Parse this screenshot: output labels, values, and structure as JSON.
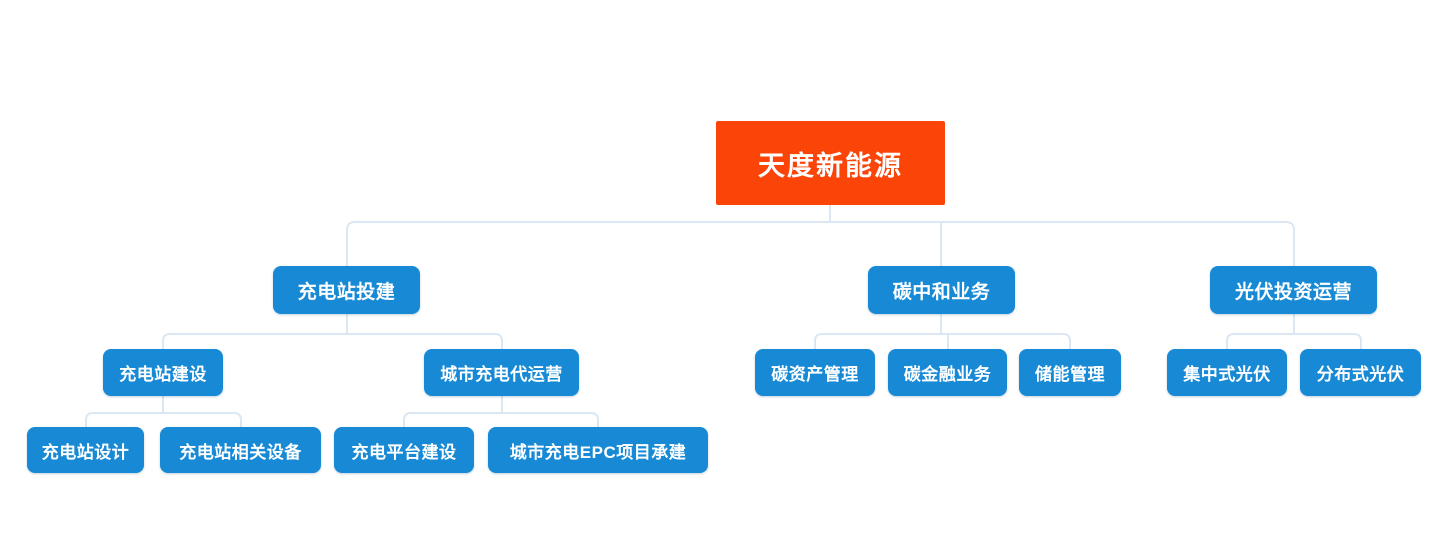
{
  "colors": {
    "root_bg": "#fa4408",
    "node_bg": "#1789d5",
    "node_text": "#ffffff",
    "connector": "#dbe7f2"
  },
  "mindmap": {
    "root": {
      "label": "天度新能源"
    },
    "branches": [
      {
        "label": "充电站投建",
        "children": [
          {
            "label": "充电站建设",
            "children": [
              {
                "label": "充电站设计"
              },
              {
                "label": "充电站相关设备"
              }
            ]
          },
          {
            "label": "城市充电代运营",
            "children": [
              {
                "label": "充电平台建设"
              },
              {
                "label": "城市充电EPC项目承建"
              }
            ]
          }
        ]
      },
      {
        "label": "碳中和业务",
        "children": [
          {
            "label": "碳资产管理"
          },
          {
            "label": "碳金融业务"
          },
          {
            "label": "储能管理"
          }
        ]
      },
      {
        "label": "光伏投资运营",
        "children": [
          {
            "label": "集中式光伏"
          },
          {
            "label": "分布式光伏"
          }
        ]
      }
    ]
  }
}
